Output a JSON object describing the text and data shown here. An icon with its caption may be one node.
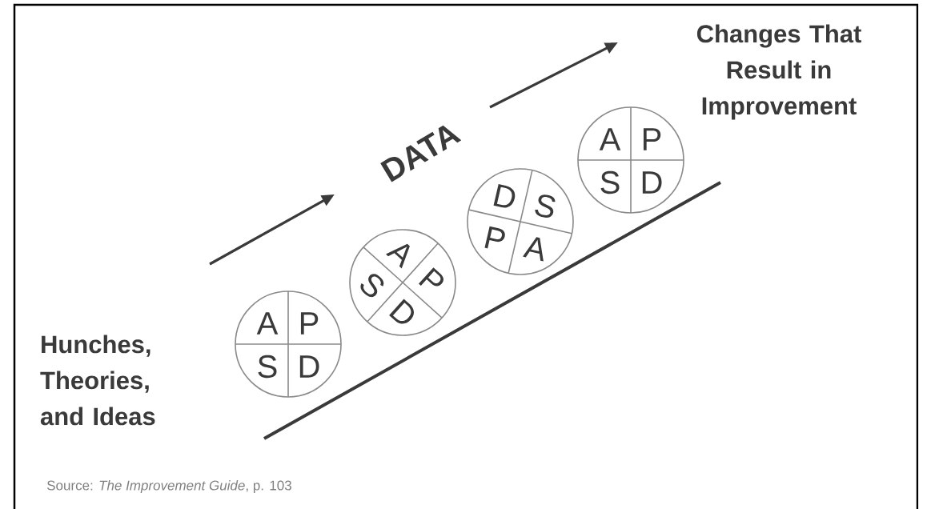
{
  "diagram": {
    "caption": "Source: *The Improvement Guide*, p. 103",
    "nodes": [
      {
        "text": [
          "Hunches, Theories, and Ideas"
        ]
      },
      {
        "text": [
          "A",
          "P",
          "S",
          "D"
        ]
      },
      {
        "text": [
          "A",
          "P",
          "S",
          "D"
        ]
      },
      {
        "text": [
          "D",
          "S",
          "P",
          "A"
        ]
      },
      {
        "text": [
          "A",
          "P",
          "S",
          "D"
        ]
      },
      {
        "text": [
          "Changes That Result in Improvement"
        ]
      }
    ],
    "labels": [
      "DATA"
    ]
  }
}
